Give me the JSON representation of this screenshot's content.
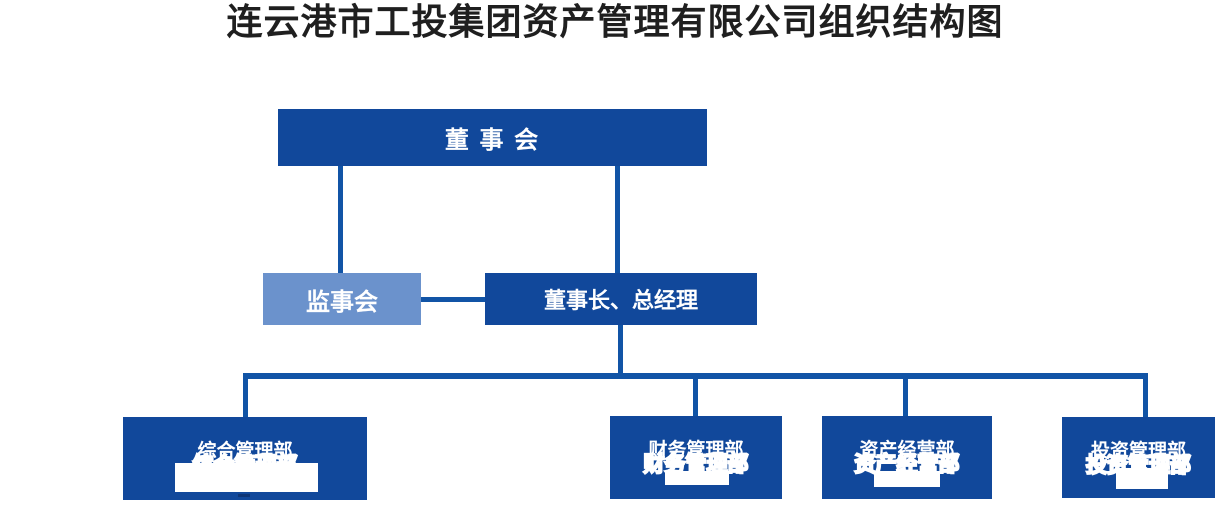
{
  "page_title": "连云港市工投集团资产管理有限公司组织结构图",
  "colors": {
    "box_primary": "#11489b",
    "box_secondary": "#6b92cc",
    "connector": "#1154a6",
    "box_text": "#ffffff",
    "title_text": "#1f1f1f",
    "background": "#ffffff"
  },
  "nodes": {
    "board": {
      "label": "董 事 会"
    },
    "supervisory": {
      "label": "监事会"
    },
    "chairman_gm": {
      "label": "董事长、总经理"
    },
    "departments": [
      {
        "label": "综合管理部"
      },
      {
        "label": "财务管理部"
      },
      {
        "label": "资产经营部"
      },
      {
        "label": "投资管理部"
      }
    ]
  }
}
